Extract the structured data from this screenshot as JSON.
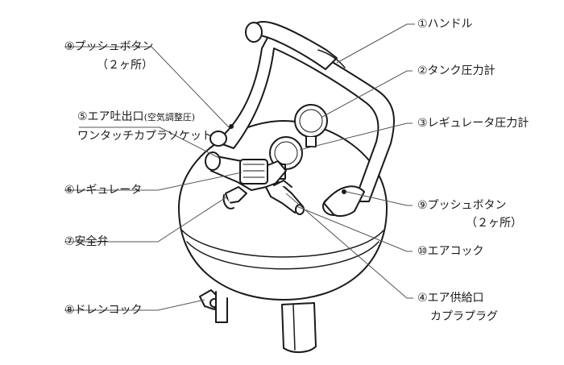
{
  "labels": {
    "handle": "①ハンドル",
    "tank_gauge": "②タンク圧力計",
    "regulator_gauge": "③レギュレータ圧力計",
    "air_supply": "④エア供給口",
    "air_supply_sub": "カプラプラグ",
    "air_outlet": "⑤エア吐出口",
    "air_outlet_note": "(空気調整圧)",
    "air_outlet_sub": "ワンタッチカプラソケット",
    "regulator": "⑥レギュレータ",
    "safety_valve": "⑦安全弁",
    "drain_cock": "⑧ドレンコック",
    "push_button_left": "⑨プッシュボタン",
    "push_button_left_qty": "（２ヶ所）",
    "push_button_right": "⑨プッシュボタン",
    "push_button_right_qty": "（２ヶ所）",
    "air_cock": "⑩エアコック"
  }
}
